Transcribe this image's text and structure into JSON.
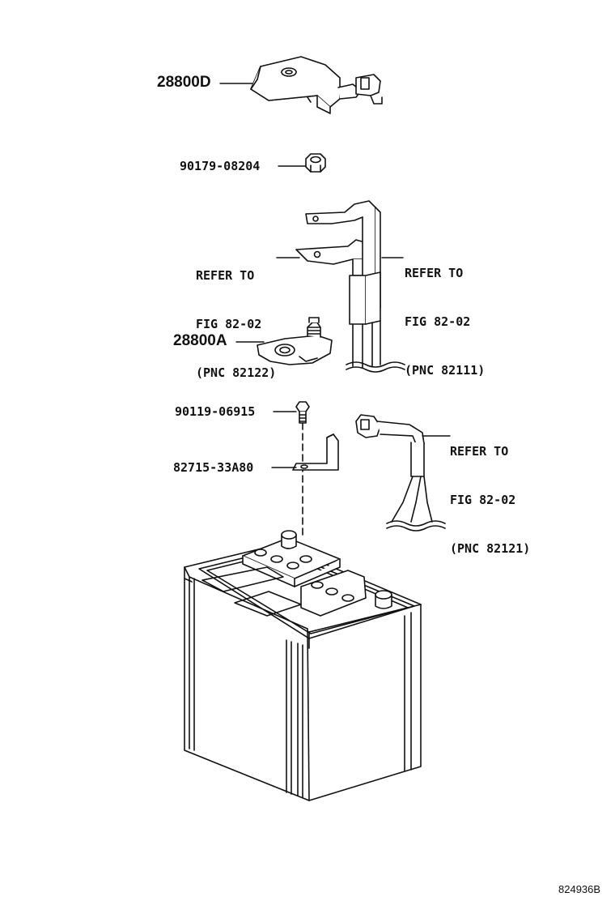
{
  "parts": {
    "cover_part": "28800D",
    "nut_part": "90179-08204",
    "clamp_part": "28800A",
    "bolt_part": "90119-06915",
    "bracket_part": "82715-33A80"
  },
  "references": {
    "left": {
      "line1": "REFER TO",
      "line2": "FIG 82-02",
      "line3": "(PNC 82122)"
    },
    "right": {
      "line1": "REFER TO",
      "line2": "FIG 82-02",
      "line3": "(PNC 82111)"
    },
    "lower": {
      "line1": "REFER TO",
      "line2": "FIG 82-02",
      "line3": "(PNC 82121)"
    }
  },
  "figure_number": "824936B"
}
